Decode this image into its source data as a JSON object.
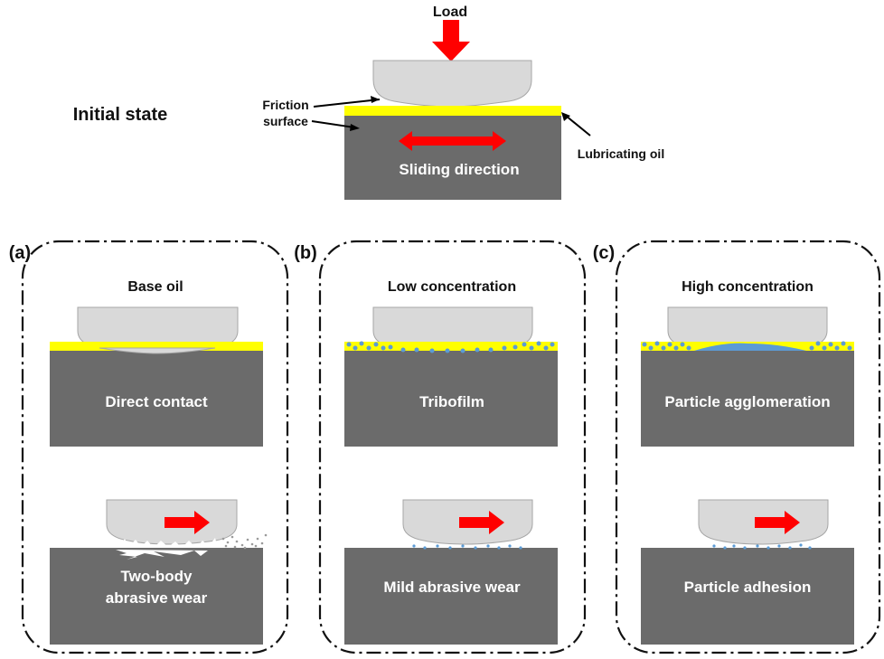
{
  "top": {
    "load_label": "Load",
    "initial_state_label": "Initial state",
    "friction_label_line1": "Friction",
    "friction_label_line2": "surface",
    "lubricating_oil_label": "Lubricating oil",
    "sliding_direction_label": "Sliding direction"
  },
  "panels": [
    {
      "letter": "(a)",
      "title": "Base oil",
      "upper_label": "Direct contact",
      "lower_label_line1": "Two-body",
      "lower_label_line2": "abrasive wear"
    },
    {
      "letter": "(b)",
      "title": "Low concentration",
      "upper_label": "Tribofilm",
      "lower_label_line1": "Mild abrasive wear",
      "lower_label_line2": ""
    },
    {
      "letter": "(c)",
      "title": "High concentration",
      "upper_label": "Particle agglomeration",
      "lower_label_line1": "Particle adhesion",
      "lower_label_line2": ""
    }
  ],
  "colors": {
    "block": "#6b6b6b",
    "ball": "#d9d9d9",
    "oil": "#ffff00",
    "arrow": "#ff0000",
    "particle": "#5b9bd5"
  }
}
